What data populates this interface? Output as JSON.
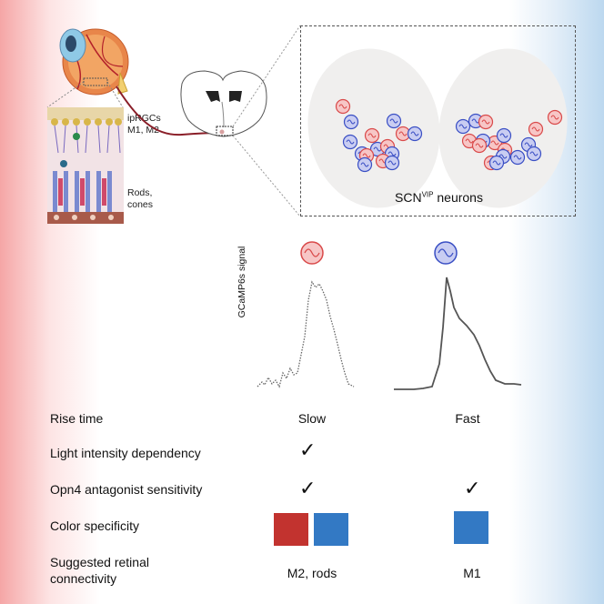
{
  "labels": {
    "iprgcs": "ipRGCs",
    "m1m2": "M1, M2",
    "rods": "Rods,",
    "cones": "cones",
    "scn_main": "SCN",
    "scn_sup": "VIP",
    "scn_rest": " neurons",
    "signal_axis": "GCaMP6s signal"
  },
  "colors": {
    "red": "#d94a4a",
    "blue": "#3a4fc4",
    "red_fill": "#f7c6c6",
    "blue_fill": "#c9cdf2",
    "swatch_red": "#c2332f",
    "swatch_blue": "#3379c4"
  },
  "table": {
    "rows": [
      {
        "label": "Rise time",
        "slow": "Slow",
        "fast": "Fast"
      },
      {
        "label": "Light intensity dependency",
        "slow": "✓",
        "fast": ""
      },
      {
        "label": "Opn4 antagonist sensitivity",
        "slow": "✓",
        "fast": "✓"
      },
      {
        "label": "Color specificity"
      },
      {
        "label_line1": "Suggested retinal",
        "label_line2": "connectivity",
        "slow": "M2, rods",
        "fast": "M1"
      }
    ]
  }
}
